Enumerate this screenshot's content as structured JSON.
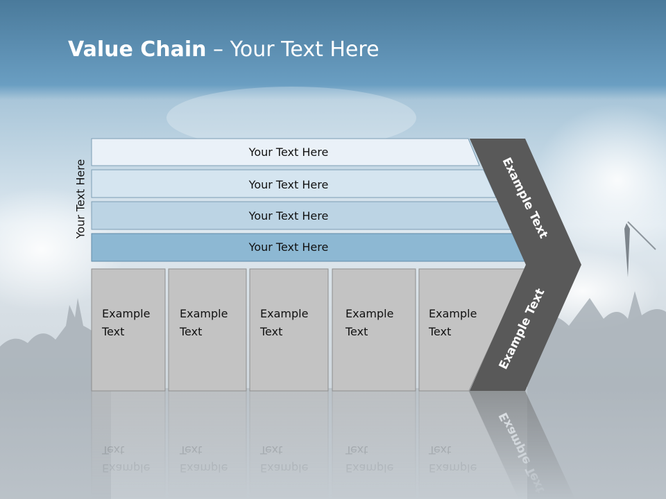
{
  "slide": {
    "title_bold": "Value Chain",
    "title_rest": " – Your Text Here",
    "side_label": "Your Text Here"
  },
  "bars": [
    {
      "label": "Your Text Here",
      "color": "#eaf1f8"
    },
    {
      "label": "Your Text Here",
      "color": "#d5e5f0"
    },
    {
      "label": "Your Text Here",
      "color": "#bcd4e4"
    },
    {
      "label": "Your Text Here",
      "color": "#8db8d3"
    }
  ],
  "boxes": [
    {
      "line1": "Example",
      "line2": "Text"
    },
    {
      "line1": "Example",
      "line2": "Text"
    },
    {
      "line1": "Example",
      "line2": "Text"
    },
    {
      "line1": "Example",
      "line2": "Text"
    },
    {
      "line1": "Example",
      "line2": "Text"
    }
  ],
  "chevron": {
    "top_label": "Example Text",
    "bottom_label": "Example Text",
    "color": "#595959"
  },
  "colors": {
    "sky_top": "#4e7fa0",
    "sky_mid": "#6a9fc4",
    "box_fill": "#c3c3c3",
    "box_border": "#8e8e8e"
  }
}
